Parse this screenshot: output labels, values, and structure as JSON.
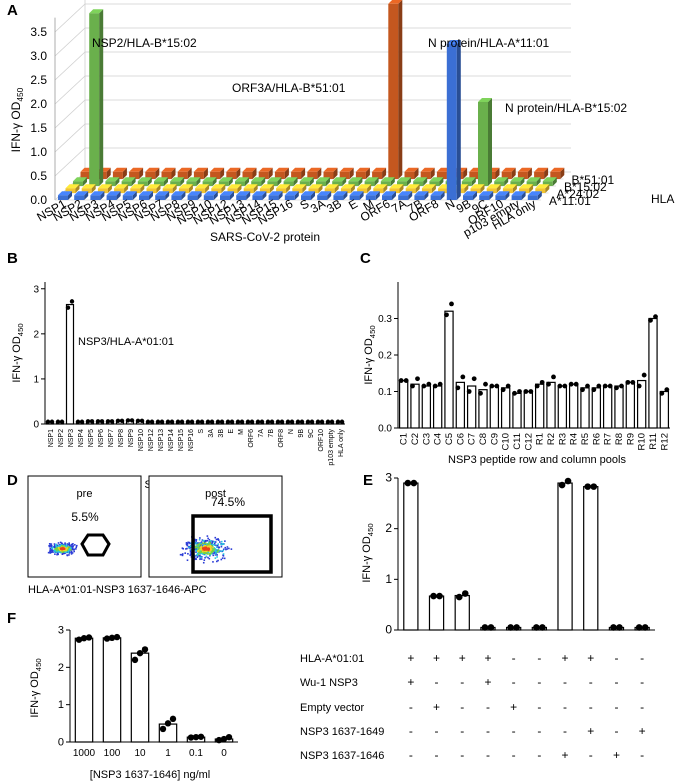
{
  "panels": [
    {
      "letter": "A"
    },
    {
      "letter": "B"
    },
    {
      "letter": "C"
    },
    {
      "letter": "D"
    },
    {
      "letter": "E"
    },
    {
      "letter": "F"
    }
  ],
  "chart_data": [
    {
      "id": "A",
      "type": "bar",
      "subtype": "3d-bar",
      "xlabel": "SARS-CoV-2 protein",
      "ylabel": "IFN-γ OD450",
      "ylim": [
        0,
        3.8
      ],
      "yticks": [
        "0.0",
        "0.5",
        "1.0",
        "1.5",
        "2.0",
        "2.5",
        "3.0",
        "3.5"
      ],
      "zlabel": "HLA",
      "categories": [
        "NSP1",
        "NSP2",
        "NSP3",
        "NSP4",
        "NSP5",
        "NSP6",
        "NSP7",
        "NSP8",
        "NSP9",
        "NSP10",
        "NSP12",
        "NSP13",
        "NSP14",
        "NSP15",
        "NSP16",
        "S",
        "3A",
        "3B",
        "E",
        "M",
        "ORF6",
        "7A",
        "7B",
        "ORF8",
        "N",
        "9B",
        "9C",
        "ORF10",
        "p103 empty",
        "HLA only"
      ],
      "series": [
        {
          "name": "A*11:01",
          "color": "#3b6fd4",
          "values": [
            0.1,
            0.1,
            0.1,
            0.1,
            0.1,
            0.1,
            0.1,
            0.1,
            0.1,
            0.1,
            0.1,
            0.1,
            0.1,
            0.1,
            0.1,
            0.1,
            0.1,
            0.1,
            0.1,
            0.1,
            0.1,
            0.1,
            0.1,
            0.1,
            3.25,
            0.1,
            0.1,
            0.1,
            0.1,
            0.1
          ]
        },
        {
          "name": "A*24:02",
          "color": "#f2c431",
          "values": [
            0.1,
            0.1,
            0.1,
            0.1,
            0.1,
            0.1,
            0.1,
            0.1,
            0.1,
            0.1,
            0.1,
            0.1,
            0.1,
            0.1,
            0.1,
            0.1,
            0.1,
            0.1,
            0.1,
            0.1,
            0.1,
            0.1,
            0.1,
            0.1,
            0.1,
            0.1,
            0.1,
            0.1,
            0.1,
            0.1
          ]
        },
        {
          "name": "B*15:02",
          "color": "#6ab04c",
          "values": [
            0.1,
            3.6,
            0.1,
            0.1,
            0.1,
            0.1,
            0.1,
            0.1,
            0.1,
            0.1,
            0.1,
            0.1,
            0.1,
            0.1,
            0.1,
            0.1,
            0.1,
            0.1,
            0.1,
            0.1,
            0.1,
            0.1,
            0.1,
            0.1,
            0.1,
            1.75,
            0.1,
            0.1,
            0.1,
            0.1
          ]
        },
        {
          "name": "B*51:01",
          "color": "#c4571f",
          "values": [
            0.15,
            0.15,
            0.15,
            0.15,
            0.15,
            0.15,
            0.15,
            0.15,
            0.15,
            0.15,
            0.15,
            0.15,
            0.15,
            0.15,
            0.15,
            0.15,
            0.15,
            0.15,
            0.15,
            3.65,
            0.15,
            0.15,
            0.15,
            0.15,
            0.15,
            0.15,
            0.15,
            0.15,
            0.15,
            0.15
          ]
        }
      ],
      "annotations": [
        "NSP2/HLA-B*15:02",
        "ORF3A/HLA-B*51:01",
        "N protein/HLA-A*11:01",
        "N protein/HLA-B*15:02"
      ]
    },
    {
      "id": "B",
      "type": "bar",
      "xlabel": "SARS-CoV-2 protein",
      "ylabel": "IFN-γ OD450",
      "ylim": [
        0,
        3
      ],
      "yticks": [
        "0",
        "1",
        "2",
        "3"
      ],
      "annotation": "NSP3/HLA-A*01:01",
      "categories": [
        "NSP1",
        "NSP2",
        "NSP3",
        "NSP4",
        "NSP5",
        "NSP6",
        "NSP7",
        "NSP8",
        "NSP9",
        "NSP10",
        "NSP12",
        "NSP13",
        "NSP14",
        "NSP15",
        "NSP16",
        "S",
        "3A",
        "3B",
        "E",
        "M",
        "ORF6",
        "7A",
        "7B",
        "ORF8",
        "N",
        "9B",
        "9C",
        "ORF10",
        "p103 empty",
        "HLA only"
      ],
      "values": [
        0.05,
        0.05,
        2.65,
        0.05,
        0.06,
        0.06,
        0.06,
        0.07,
        0.08,
        0.07,
        0.05,
        0.05,
        0.05,
        0.05,
        0.05,
        0.05,
        0.05,
        0.05,
        0.05,
        0.05,
        0.05,
        0.05,
        0.05,
        0.05,
        0.05,
        0.05,
        0.05,
        0.05,
        0.05,
        0.05
      ],
      "points": [
        [
          0.05,
          0.05
        ],
        [
          0.05,
          0.05
        ],
        [
          2.58,
          2.72
        ],
        [
          0.05,
          0.05
        ],
        [
          0.06,
          0.06
        ],
        [
          0.06,
          0.06
        ],
        [
          0.06,
          0.06
        ],
        [
          0.07,
          0.07
        ],
        [
          0.08,
          0.08
        ],
        [
          0.07,
          0.07
        ],
        [
          0.05,
          0.05
        ],
        [
          0.05,
          0.05
        ],
        [
          0.05,
          0.05
        ],
        [
          0.05,
          0.05
        ],
        [
          0.05,
          0.05
        ],
        [
          0.05,
          0.05
        ],
        [
          0.05,
          0.05
        ],
        [
          0.05,
          0.05
        ],
        [
          0.05,
          0.05
        ],
        [
          0.05,
          0.05
        ],
        [
          0.05,
          0.05
        ],
        [
          0.05,
          0.05
        ],
        [
          0.05,
          0.05
        ],
        [
          0.05,
          0.05
        ],
        [
          0.05,
          0.05
        ],
        [
          0.05,
          0.05
        ],
        [
          0.05,
          0.05
        ],
        [
          0.05,
          0.05
        ],
        [
          0.05,
          0.05
        ],
        [
          0.05,
          0.05
        ]
      ]
    },
    {
      "id": "C",
      "type": "bar",
      "xlabel": "NSP3 peptide row and column pools",
      "ylabel": "IFN-γ OD450",
      "ylim": [
        0,
        0.4
      ],
      "yticks": [
        "0.0",
        "0.1",
        "0.2",
        "0.3"
      ],
      "categories": [
        "C1",
        "C2",
        "C3",
        "C4",
        "C5",
        "C6",
        "C7",
        "C8",
        "C9",
        "C10",
        "C11",
        "C12",
        "R1",
        "R2",
        "R3",
        "R4",
        "R5",
        "R6",
        "R7",
        "R8",
        "R9",
        "R10",
        "R11",
        "R12"
      ],
      "values": [
        0.13,
        0.12,
        0.115,
        0.115,
        0.32,
        0.125,
        0.115,
        0.105,
        0.115,
        0.11,
        0.095,
        0.1,
        0.12,
        0.125,
        0.115,
        0.12,
        0.11,
        0.11,
        0.115,
        0.115,
        0.125,
        0.13,
        0.3,
        0.1
      ],
      "points": [
        [
          0.13,
          0.13
        ],
        [
          0.115,
          0.135
        ],
        [
          0.115,
          0.12
        ],
        [
          0.115,
          0.12
        ],
        [
          0.31,
          0.34
        ],
        [
          0.11,
          0.14
        ],
        [
          0.1,
          0.135
        ],
        [
          0.095,
          0.12
        ],
        [
          0.115,
          0.115
        ],
        [
          0.105,
          0.115
        ],
        [
          0.095,
          0.1
        ],
        [
          0.1,
          0.1
        ],
        [
          0.115,
          0.125
        ],
        [
          0.12,
          0.14
        ],
        [
          0.115,
          0.115
        ],
        [
          0.12,
          0.12
        ],
        [
          0.105,
          0.115
        ],
        [
          0.105,
          0.115
        ],
        [
          0.115,
          0.115
        ],
        [
          0.11,
          0.115
        ],
        [
          0.125,
          0.125
        ],
        [
          0.115,
          0.145
        ],
        [
          0.295,
          0.305
        ],
        [
          0.095,
          0.105
        ]
      ]
    },
    {
      "id": "E",
      "type": "bar",
      "ylabel": "IFN-γ OD450",
      "ylim": [
        0,
        3
      ],
      "yticks": [
        "0",
        "1",
        "2",
        "3"
      ],
      "values": [
        2.9,
        0.67,
        0.68,
        0.05,
        0.05,
        0.05,
        2.9,
        2.83,
        0.05,
        0.05
      ],
      "points": [
        [
          2.9,
          2.9
        ],
        [
          0.67,
          0.67
        ],
        [
          0.65,
          0.72
        ],
        [
          0.05,
          0.05
        ],
        [
          0.05,
          0.05
        ],
        [
          0.05,
          0.05
        ],
        [
          2.86,
          2.94
        ],
        [
          2.83,
          2.83
        ],
        [
          0.05,
          0.05
        ],
        [
          0.05,
          0.05
        ]
      ],
      "condition_rows": [
        {
          "label": "HLA-A*01:01",
          "marks": [
            "+",
            "+",
            "+",
            "+",
            "-",
            "-",
            "+",
            "+",
            "-",
            "-"
          ]
        },
        {
          "label": "Wu-1 NSP3",
          "marks": [
            "+",
            "-",
            "-",
            "+",
            "-",
            "-",
            "-",
            "-",
            "-",
            "-"
          ]
        },
        {
          "label": "Empty vector",
          "marks": [
            "-",
            "+",
            "-",
            "-",
            "+",
            "-",
            "-",
            "-",
            "-",
            "-"
          ]
        },
        {
          "label": "NSP3 1637-1649",
          "marks": [
            "-",
            "-",
            "-",
            "-",
            "-",
            "-",
            "-",
            "+",
            "-",
            "+"
          ]
        },
        {
          "label": "NSP3 1637-1646",
          "marks": [
            "-",
            "-",
            "-",
            "-",
            "-",
            "-",
            "+",
            "-",
            "+",
            "-"
          ]
        }
      ]
    },
    {
      "id": "F",
      "type": "bar",
      "xlabel": "[NSP3 1637-1646] ng/ml",
      "ylabel": "IFN-γ OD450",
      "ylim": [
        0,
        3
      ],
      "yticks": [
        "0",
        "1",
        "2",
        "3"
      ],
      "categories": [
        "1000",
        "100",
        "10",
        "1",
        "0.1",
        "0"
      ],
      "values": [
        2.78,
        2.79,
        2.38,
        0.48,
        0.13,
        0.08
      ],
      "points": [
        [
          2.74,
          2.78,
          2.8
        ],
        [
          2.77,
          2.79,
          2.81
        ],
        [
          2.2,
          2.38,
          2.48
        ],
        [
          0.35,
          0.5,
          0.62
        ],
        [
          0.12,
          0.13,
          0.14
        ],
        [
          0.05,
          0.08,
          0.13
        ]
      ]
    }
  ],
  "flow": {
    "xlabel": "HLA-A*01:01-NSP3  1637-1646-APC",
    "plots": [
      {
        "label": "pre",
        "percent": "5.5%"
      },
      {
        "label": "post",
        "percent": "74.5%"
      }
    ]
  }
}
